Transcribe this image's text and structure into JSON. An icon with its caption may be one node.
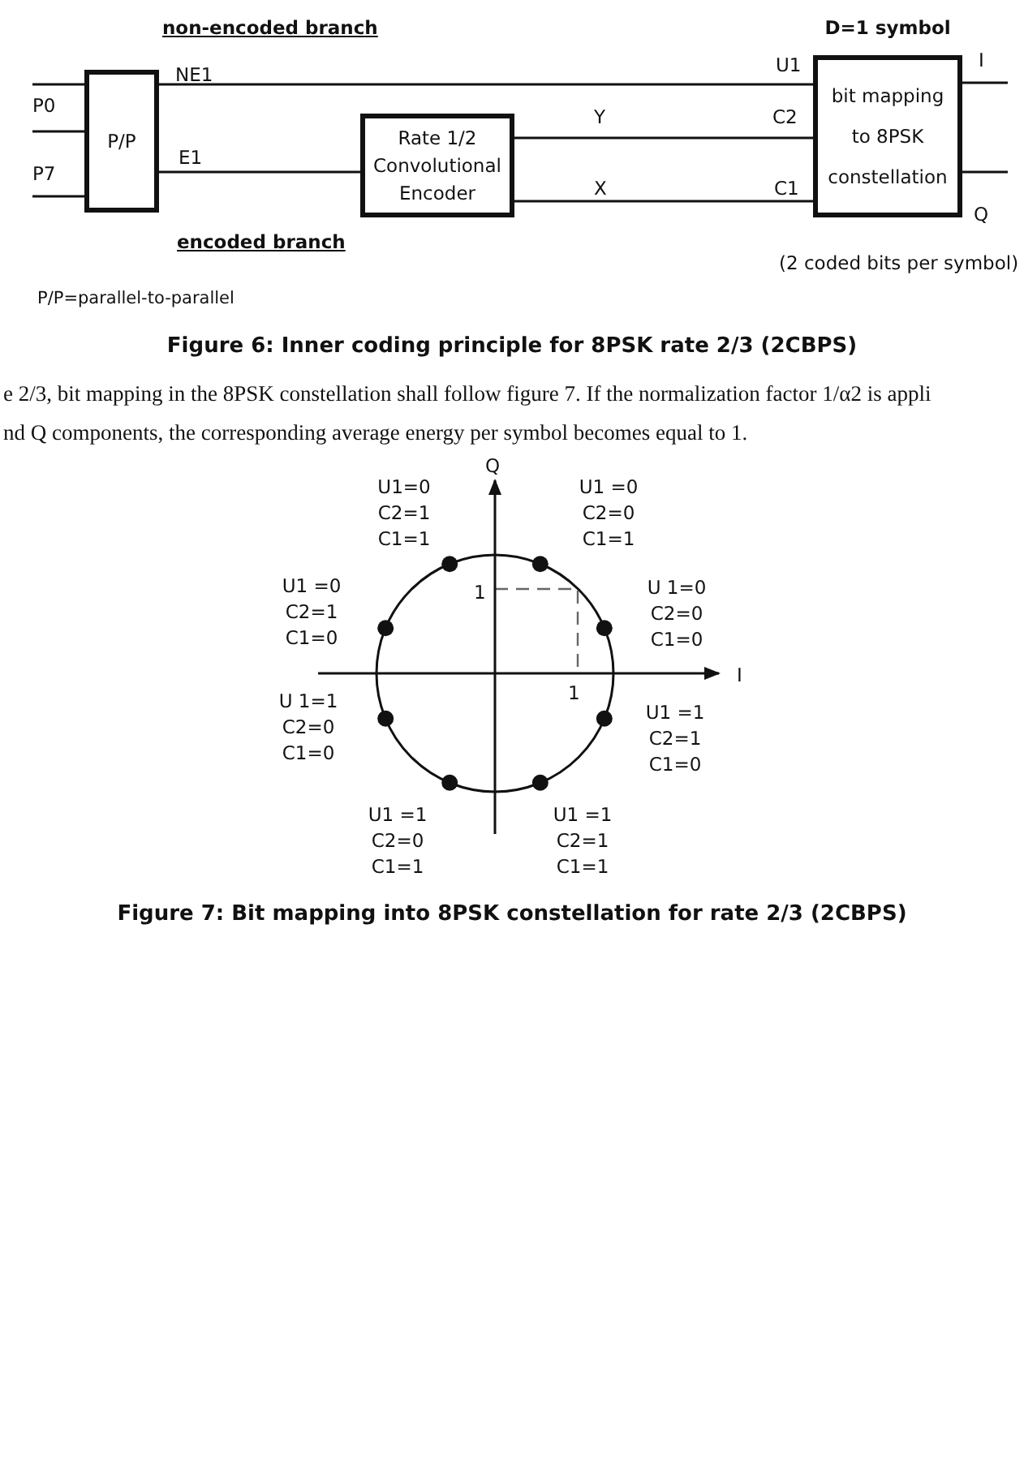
{
  "diagram": {
    "nodes": [
      {
        "text": [
          "P/P"
        ]
      },
      {
        "text": [
          "Rate 1/2 Convolutional Encoder"
        ]
      },
      {
        "text": [
          "bit mapping to 8PSK constellation"
        ]
      }
    ],
    "edges": [
      {
        "from": null,
        "to": 0,
        "arrow": "none"
      },
      {
        "from": null,
        "to": 0,
        "arrow": "none"
      },
      {
        "from": null,
        "to": 0,
        "arrow": "none"
      },
      {
        "from": 0,
        "to": 2,
        "arrow": "none",
        "label": "NE1"
      },
      {
        "from": 0,
        "to": 1,
        "arrow": "none",
        "label": "E1"
      },
      {
        "from": 1,
        "to": 2,
        "arrow": "none",
        "label": "Y"
      },
      {
        "from": 1,
        "to": 2,
        "arrow": "none",
        "label": "X"
      },
      {
        "from": 2,
        "to": null,
        "arrow": "none"
      },
      {
        "from": 2,
        "to": null,
        "arrow": "none"
      }
    ],
    "labels": [
      "non-encoded branch",
      "D=1 symbol",
      "U1",
      "I",
      "P0",
      "C2",
      "P7",
      "C1",
      "Q",
      "encoded branch",
      "(2 coded bits per symbol)",
      "P/P=parallel-to-parallel",
      "Figure 6: Inner coding principle for 8PSK rate 2/3 (2CBPS)",
      "e 2/3, bit mapping in the 8PSK constellation shall follow figure 7. If the normalization factor 1/α2 is appli",
      "nd Q components, the corresponding average energy per symbol becomes equal to 1.",
      "U1=0 C2=1 C1=1",
      "Q",
      "U1 =0 C2=0 C1=1",
      "U1 =0 C2=1 C1=0",
      "1",
      "U 1=0 C2=0 C1=0",
      "I",
      "1",
      "U 1=1 C2=0 C1=0",
      "U1 =1 C2=1 C1=0",
      "U1 =1 C2=0 C1=1",
      "U1 =1 C2=1 C1=1",
      "Figure 7: Bit mapping into 8PSK constellation for rate 2/3 (2CBPS)"
    ]
  }
}
